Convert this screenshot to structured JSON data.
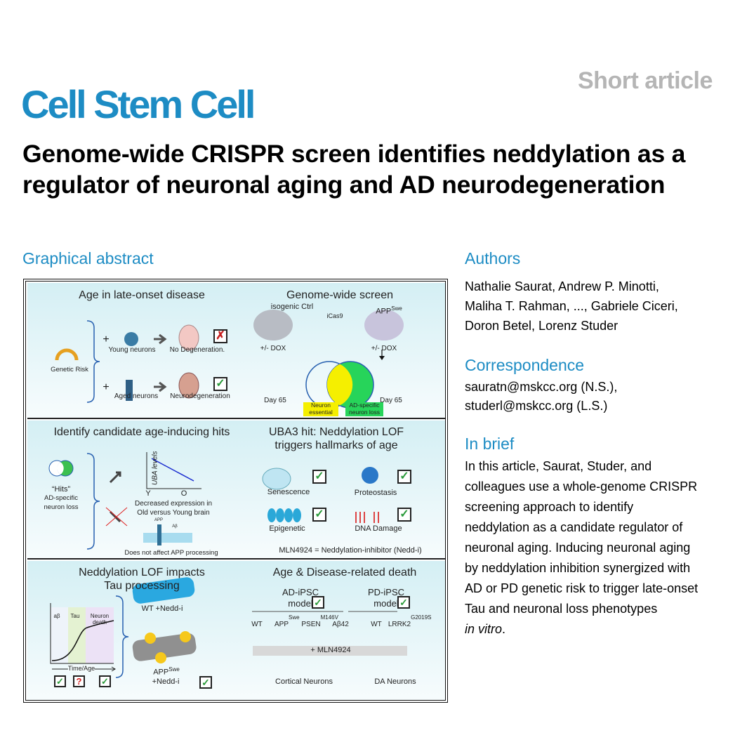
{
  "header": {
    "article_type": "Short article",
    "journal": "Cell Stem Cell"
  },
  "title": "Genome-wide CRISPR screen identifies neddylation as a regulator of neuronal aging and AD neurodegeneration",
  "graphical_abstract": {
    "heading": "Graphical abstract",
    "panel1": {
      "left_title": "Age in late-onset disease",
      "right_title": "Genome-wide screen",
      "genetic_risk": "Genetic Risk",
      "plus": "+",
      "young": "Young neurons",
      "no_degen": "No Degeneration.",
      "aged": "Aged neurons",
      "degen": "Neurodegeneration",
      "isogenic": "isogenic Ctrl",
      "icas9": "iCas9",
      "app": "APP",
      "swe": "Swe",
      "dox": "+/- DOX",
      "day": "Day 65",
      "neuron_essential": "Neuron essential",
      "ad_specific": "AD-specific neuron loss"
    },
    "panel2": {
      "left_title": "Identify candidate age-inducing hits",
      "right_title1": "UBA3 hit: Neddylation LOF",
      "right_title2": "triggers hallmarks of age",
      "hits": "“Hits”",
      "hits_sub1": "AD-specific",
      "hits_sub2": "neuron loss",
      "ylabel": "UBA levels",
      "x_y": "Y",
      "x_o": "O",
      "decreased1": "Decreased expression in",
      "decreased2": "Old versus Young brain",
      "app": "APP",
      "abeta": "Aβ",
      "no_app": "Does not affect APP processing",
      "senescence": "Senescence",
      "proteostasis": "Proteostasis",
      "epigenetic": "Epigenetic",
      "dna": "DNA Damage",
      "mln": "MLN4924 = Neddylation-inhibitor (Nedd-i)"
    },
    "panel3": {
      "left_title1": "Neddylation LOF impacts",
      "left_title2": "Tau processing",
      "abeta": "aβ",
      "tau": "Tau",
      "neuron_death": "Neuron death",
      "time_age": "Time/Age",
      "wt_nedd": "WT +Nedd-i",
      "app": "APP",
      "swe": "Swe",
      "nedd": "+Nedd-i",
      "right_title": "Age & Disease-related death",
      "ad_model1": "AD-iPSC",
      "ad_model2": "model",
      "pd_model1": "PD-iPSC",
      "pd_model2": "model",
      "wt": "WT",
      "app_swe": "APP",
      "psen": "PSEN",
      "m146v": "M146V",
      "ab42": "Aβ42",
      "lrrk2": "LRRK2",
      "g2019s": "G2019S",
      "mln": "+ MLN4924",
      "cortical": "Cortical Neurons",
      "da": "DA Neurons"
    }
  },
  "authors": {
    "heading": "Authors",
    "lines": [
      "Nathalie Saurat, Andrew P. Minotti,",
      "Maliha T. Rahman, ..., Gabriele Ciceri,",
      "Doron Betel, Lorenz Studer"
    ]
  },
  "correspondence": {
    "heading": "Correspondence",
    "lines": [
      "sauratn@mskcc.org (N.S.),",
      "studerl@mskcc.org (L.S.)"
    ]
  },
  "in_brief": {
    "heading": "In brief",
    "lines": [
      "In this article, Saurat, Studer, and",
      "colleagues use a whole-genome CRISPR",
      "screening approach to identify",
      "neddylation as a candidate regulator of",
      "neuronal aging. Inducing neuronal aging",
      "by neddylation inhibition synergized with",
      "AD or PD genetic risk to trigger late-onset",
      "Tau and neuronal loss phenotypes"
    ],
    "italic_end": "in vitro",
    "period": "."
  },
  "colors": {
    "brand": "#1d8cc4",
    "yellow": "#f5ef00",
    "green": "#27d45a",
    "check": "#2a9a3a",
    "cross": "#c72020"
  }
}
